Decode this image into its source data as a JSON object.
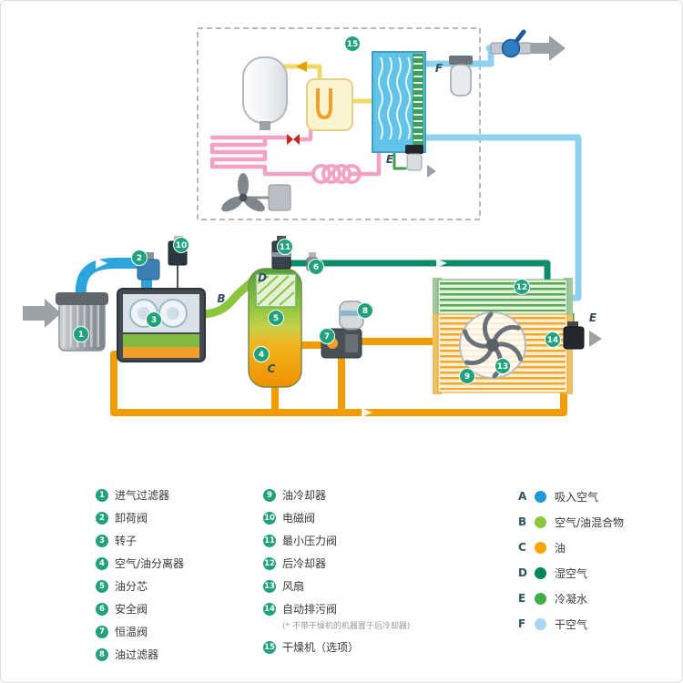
{
  "diagram": {
    "badges": {
      "n1": "1",
      "n2": "2",
      "n3": "3",
      "n4": "4",
      "n5": "5",
      "n6": "6",
      "n7": "7",
      "n8": "8",
      "n9": "9",
      "n10": "10",
      "n11": "11",
      "n12": "12",
      "n13": "13",
      "n14": "14",
      "n15": "15"
    },
    "letters": {
      "B": "B",
      "C": "C",
      "D": "D",
      "E_dryer": "E",
      "E_drain": "E",
      "F": "F"
    }
  },
  "legend": {
    "components": [
      {
        "num": "1",
        "label": "进气过滤器"
      },
      {
        "num": "2",
        "label": "卸荷阀"
      },
      {
        "num": "3",
        "label": "转子"
      },
      {
        "num": "4",
        "label": "空气/油分离器"
      },
      {
        "num": "5",
        "label": "油分芯"
      },
      {
        "num": "6",
        "label": "安全阀"
      },
      {
        "num": "7",
        "label": "恒温阀"
      },
      {
        "num": "8",
        "label": "油过滤器"
      },
      {
        "num": "9",
        "label": "油冷却器"
      },
      {
        "num": "10",
        "label": "电磁阀"
      },
      {
        "num": "11",
        "label": "最小压力阀"
      },
      {
        "num": "12",
        "label": "后冷却器"
      },
      {
        "num": "13",
        "label": "风扇"
      },
      {
        "num": "14",
        "label": "自动排污阀",
        "note": "(* 不带干燥机的机器置于后冷却器)"
      },
      {
        "num": "15",
        "label": "干燥机（选项）"
      }
    ],
    "flows": [
      {
        "letter": "A",
        "label": "吸入空气",
        "color": "#1f9ad6"
      },
      {
        "letter": "B",
        "label": "空气/油混合物",
        "color": "#8dc63f"
      },
      {
        "letter": "C",
        "label": "油",
        "color": "#f7a600"
      },
      {
        "letter": "D",
        "label": "湿空气",
        "color": "#00855f"
      },
      {
        "letter": "E",
        "label": "冷凝水",
        "color": "#3fae49"
      },
      {
        "letter": "F",
        "label": "干空气",
        "color": "#a9d7f0"
      }
    ]
  }
}
